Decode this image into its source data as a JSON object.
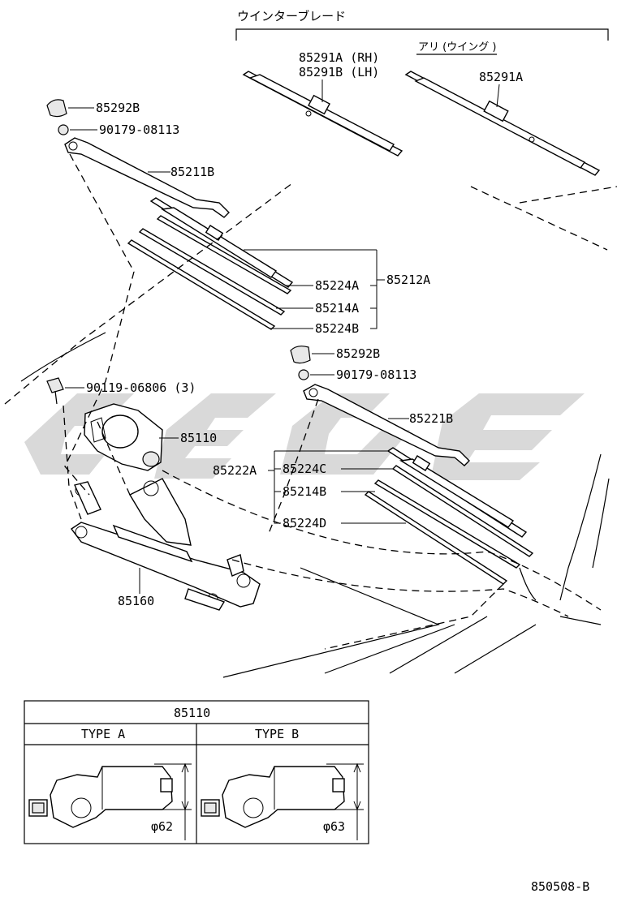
{
  "header": {
    "wiper_blade_title": "ウインターブレード",
    "with_wing_label": "アリ (ウイング )"
  },
  "labels": {
    "p85291A_RH": "85291A (RH)",
    "p85291B_LH": "85291B (LH)",
    "p85291A": "85291A",
    "p85292B_top": "85292B",
    "p90179_top": "90179-08113",
    "p85211B": "85211B",
    "p85212A": "85212A",
    "p85224A_1": "85224A",
    "p85214A": "85214A",
    "p85224B": "85224B",
    "p85292B_mid": "85292B",
    "p90179_mid": "90179-08113",
    "p90119": "90119-06806 (3)",
    "p85221B": "85221B",
    "p85110": "85110",
    "p85222A": "85222A",
    "p85224C": "85224C",
    "p85214B": "85214B",
    "p85224D": "85224D",
    "p85160": "85160"
  },
  "table": {
    "title": "85110",
    "col_a": "TYPE A",
    "col_b": "TYPE B",
    "dim_a": "φ62",
    "dim_b": "φ63"
  },
  "footer": {
    "diagram_code": "850508-B"
  },
  "colors": {
    "ink": "#000000",
    "watermark": "#d9d9d9",
    "background": "#ffffff"
  }
}
